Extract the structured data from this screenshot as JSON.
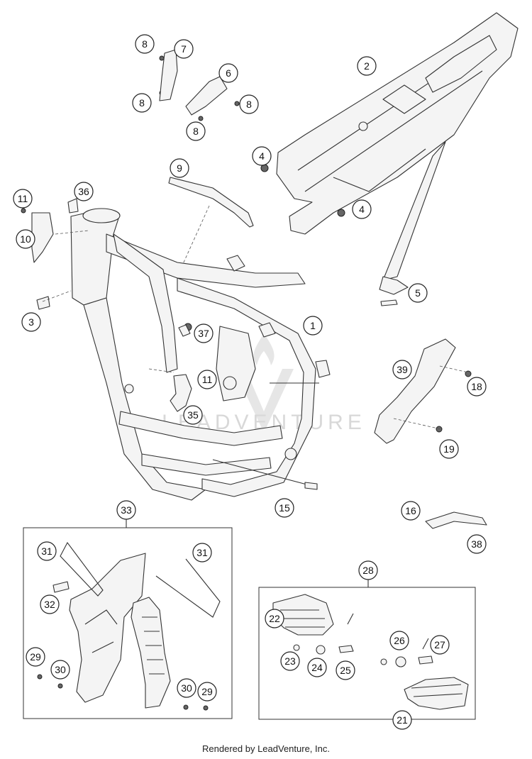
{
  "callouts": [
    "1",
    "2",
    "3",
    "4",
    "4",
    "5",
    "6",
    "7",
    "8",
    "8",
    "8",
    "8",
    "9",
    "10",
    "11",
    "11",
    "15",
    "16",
    "18",
    "19",
    "21",
    "22",
    "23",
    "24",
    "25",
    "26",
    "27",
    "28",
    "29",
    "29",
    "30",
    "30",
    "31",
    "31",
    "32",
    "33",
    "35",
    "36",
    "37",
    "38",
    "39"
  ],
  "watermark": "LEADVENTURE",
  "footer": "Rendered by LeadVenture, Inc."
}
